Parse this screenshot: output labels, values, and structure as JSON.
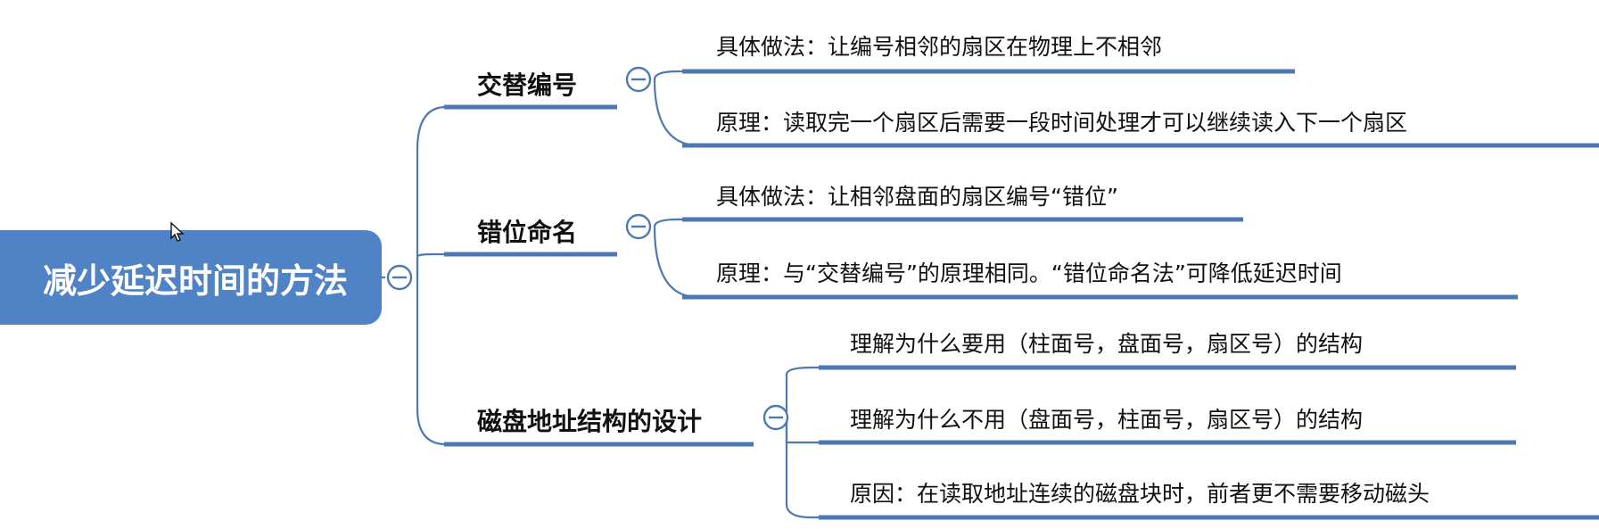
{
  "root": {
    "label": "减少延迟时间的方法"
  },
  "branches": [
    {
      "label": "交替编号",
      "children": [
        "具体做法：让编号相邻的扇区在物理上不相邻",
        "原理：读取完一个扇区后需要一段时间处理才可以继续读入下一个扇区"
      ]
    },
    {
      "label": "错位命名",
      "children": [
        "具体做法：让相邻盘面的扇区编号“错位”",
        "原理：与“交替编号”的原理相同。“错位命名法”可降低延迟时间"
      ]
    },
    {
      "label": "磁盘地址结构的设计",
      "children": [
        "理解为什么要用（柱面号，盘面号，扇区号）的结构",
        "理解为什么不用（盘面号，柱面号，扇区号）的结构",
        "原因：在读取地址连续的磁盘块时，前者更不需要移动磁头"
      ]
    }
  ],
  "colors": {
    "accent": "#4f83c5",
    "line": "#4d79b3",
    "text": "#111111",
    "background": "#ffffff"
  },
  "icons": {
    "collapse": "minus-circle-icon",
    "cursor": "mouse-pointer-icon"
  }
}
